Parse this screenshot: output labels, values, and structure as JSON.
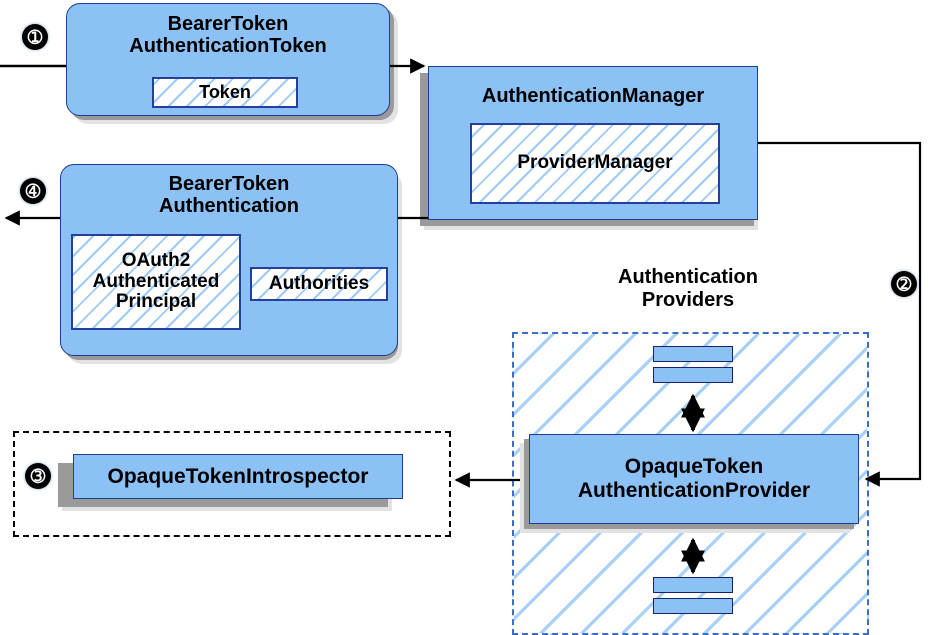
{
  "diagram": {
    "title": "Spring Security OAuth2 Resource Server Opaque Token Authentication Flow",
    "accent_blue": "#8CC1F5",
    "border_navy": "#1F3E8C",
    "shadow_gray": "#9a9a9a"
  },
  "markers": [
    {
      "id": "marker-1",
      "label": "➀"
    },
    {
      "id": "marker-2",
      "label": "➁"
    },
    {
      "id": "marker-3",
      "label": "➂"
    },
    {
      "id": "marker-4",
      "label": "➃"
    }
  ],
  "nodes": {
    "bearer_token_authentication_token": {
      "title": "BearerToken\nAuthenticationToken",
      "inner": {
        "title": "Token"
      }
    },
    "authentication_manager": {
      "title": "AuthenticationManager",
      "inner": {
        "title": "ProviderManager"
      }
    },
    "bearer_token_authentication": {
      "title": "BearerToken\nAuthentication",
      "principal": {
        "title": "OAuth2\nAuthenticated\nPrincipal"
      },
      "authorities": {
        "title": "Authorities"
      }
    },
    "opaque_token_authentication_provider": {
      "title": "OpaqueToken\nAuthenticationProvider"
    },
    "opaque_token_introspector": {
      "title": "OpaqueTokenIntrospector"
    }
  },
  "groups": {
    "authentication_providers": {
      "label": "Authentication\nProviders"
    },
    "introspector_group": {
      "label": ""
    }
  }
}
